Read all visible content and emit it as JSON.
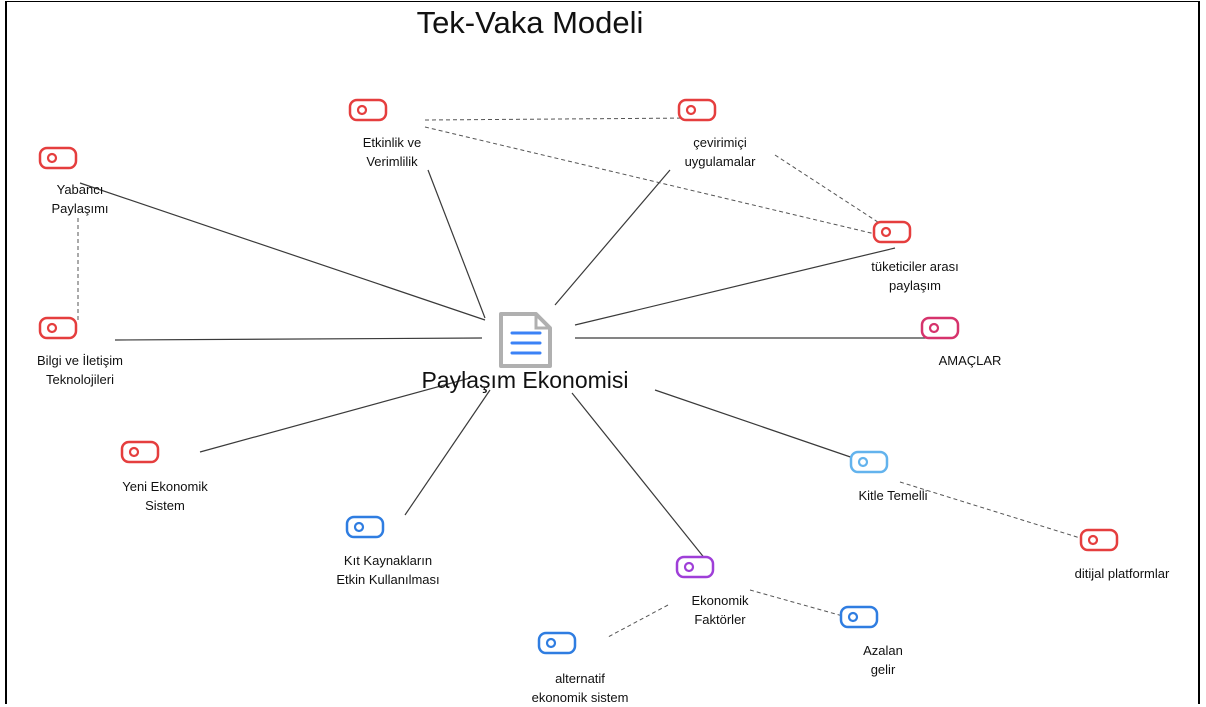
{
  "title": "Tek-Vaka Modeli",
  "center": {
    "label": "Paylaşım Ekonomisi",
    "icon": "document-icon",
    "color": "#3b82f6"
  },
  "nodes": [
    {
      "id": "yabanci",
      "label": "Yabancı\nPaylaşımı",
      "icon": "tag-icon",
      "color": "#e53e3e"
    },
    {
      "id": "etkinlik",
      "label": "Etkinlik ve\nVerimlilik",
      "icon": "tag-icon",
      "color": "#e53e3e"
    },
    {
      "id": "cevrimici",
      "label": "çevirimiçi\nuygulamalar",
      "icon": "tag-icon",
      "color": "#e53e3e"
    },
    {
      "id": "tuketiciler",
      "label": "tüketiciler arası\npaylaşım",
      "icon": "tag-icon",
      "color": "#e53e3e"
    },
    {
      "id": "bilgi",
      "label": "Bilgi ve İletişim\nTeknolojileri",
      "icon": "tag-icon",
      "color": "#e53e3e"
    },
    {
      "id": "amaclar",
      "label": "AMAÇLAR",
      "icon": "tag-icon",
      "color": "#d6336c"
    },
    {
      "id": "yeni",
      "label": "Yeni Ekonomik\nSistem",
      "icon": "tag-icon",
      "color": "#e53e3e"
    },
    {
      "id": "kit",
      "label": "Kıt Kaynakların\nEtkin Kullanılması",
      "icon": "tag-icon",
      "color": "#2f7de1"
    },
    {
      "id": "kitle",
      "label": "Kitle Temelli",
      "icon": "tag-icon",
      "color": "#63b3ed"
    },
    {
      "id": "ditijal",
      "label": "ditijal platformlar",
      "icon": "tag-icon",
      "color": "#e53e3e"
    },
    {
      "id": "ekonomik",
      "label": "Ekonomik\nFaktörler",
      "icon": "tag-icon",
      "color": "#9f3fd8"
    },
    {
      "id": "azalan",
      "label": "Azalan\ngelir",
      "icon": "tag-icon",
      "color": "#2f7de1"
    },
    {
      "id": "alternatif",
      "label": "alternatif\nekonomik sistem",
      "icon": "tag-icon",
      "color": "#2f7de1"
    }
  ]
}
